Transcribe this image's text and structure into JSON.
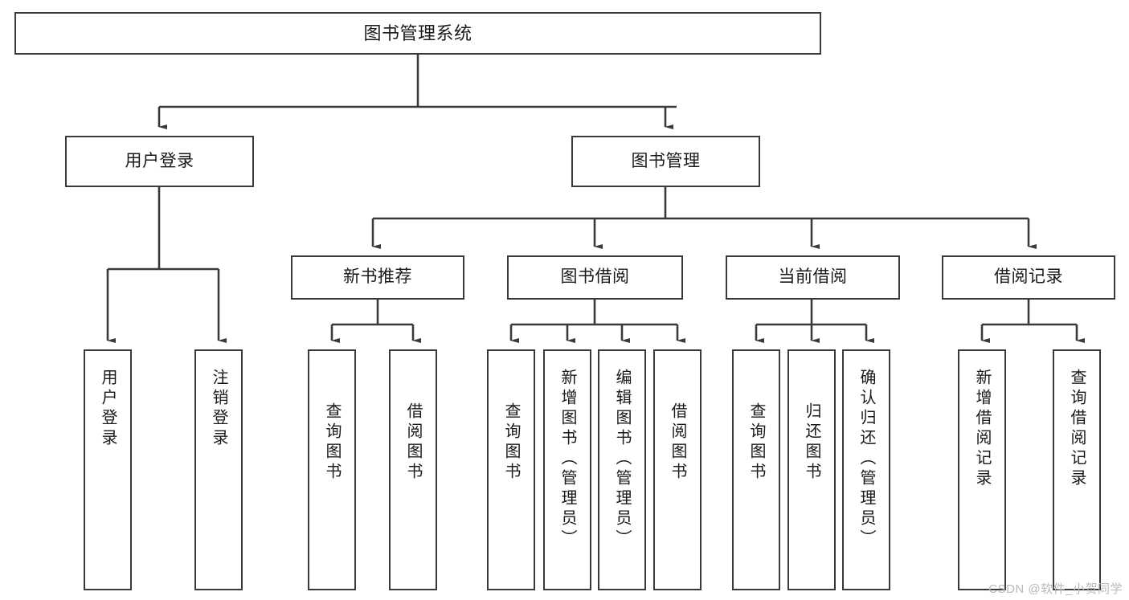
{
  "diagram": {
    "title": "图书管理系统",
    "watermark": "CSDN @软件_小贺同学",
    "stroke_color": "#3a3a3a",
    "background_color": "#ffffff",
    "nodes": {
      "root": {
        "label": "图书管理系统"
      },
      "level1": [
        {
          "id": "user-login",
          "label": "用户登录"
        },
        {
          "id": "book-manage",
          "label": "图书管理"
        }
      ],
      "level2": [
        {
          "id": "new-book-recommend",
          "label": "新书推荐"
        },
        {
          "id": "book-borrow",
          "label": "图书借阅"
        },
        {
          "id": "current-borrow",
          "label": "当前借阅"
        },
        {
          "id": "borrow-record",
          "label": "借阅记录"
        }
      ],
      "leaves": {
        "user_login": [
          {
            "id": "leaf-user-login",
            "label": "用户登录"
          },
          {
            "id": "leaf-logout",
            "label": "注销登录"
          }
        ],
        "new_book_recommend": [
          {
            "id": "leaf-query-book-1",
            "label": "查询图书"
          },
          {
            "id": "leaf-borrow-book-1",
            "label": "借阅图书"
          }
        ],
        "book_borrow": [
          {
            "id": "leaf-query-book-2",
            "label": "查询图书"
          },
          {
            "id": "leaf-add-book",
            "label": "新增图书（管理员）"
          },
          {
            "id": "leaf-edit-book",
            "label": "编辑图书（管理员）"
          },
          {
            "id": "leaf-borrow-book-2",
            "label": "借阅图书"
          }
        ],
        "current_borrow": [
          {
            "id": "leaf-query-book-3",
            "label": "查询图书"
          },
          {
            "id": "leaf-return-book",
            "label": "归还图书"
          },
          {
            "id": "leaf-confirm-return",
            "label": "确认归还（管理员）"
          }
        ],
        "borrow_record": [
          {
            "id": "leaf-add-record",
            "label": "新增借阅记录"
          },
          {
            "id": "leaf-query-record",
            "label": "查询借阅记录"
          }
        ]
      }
    }
  }
}
